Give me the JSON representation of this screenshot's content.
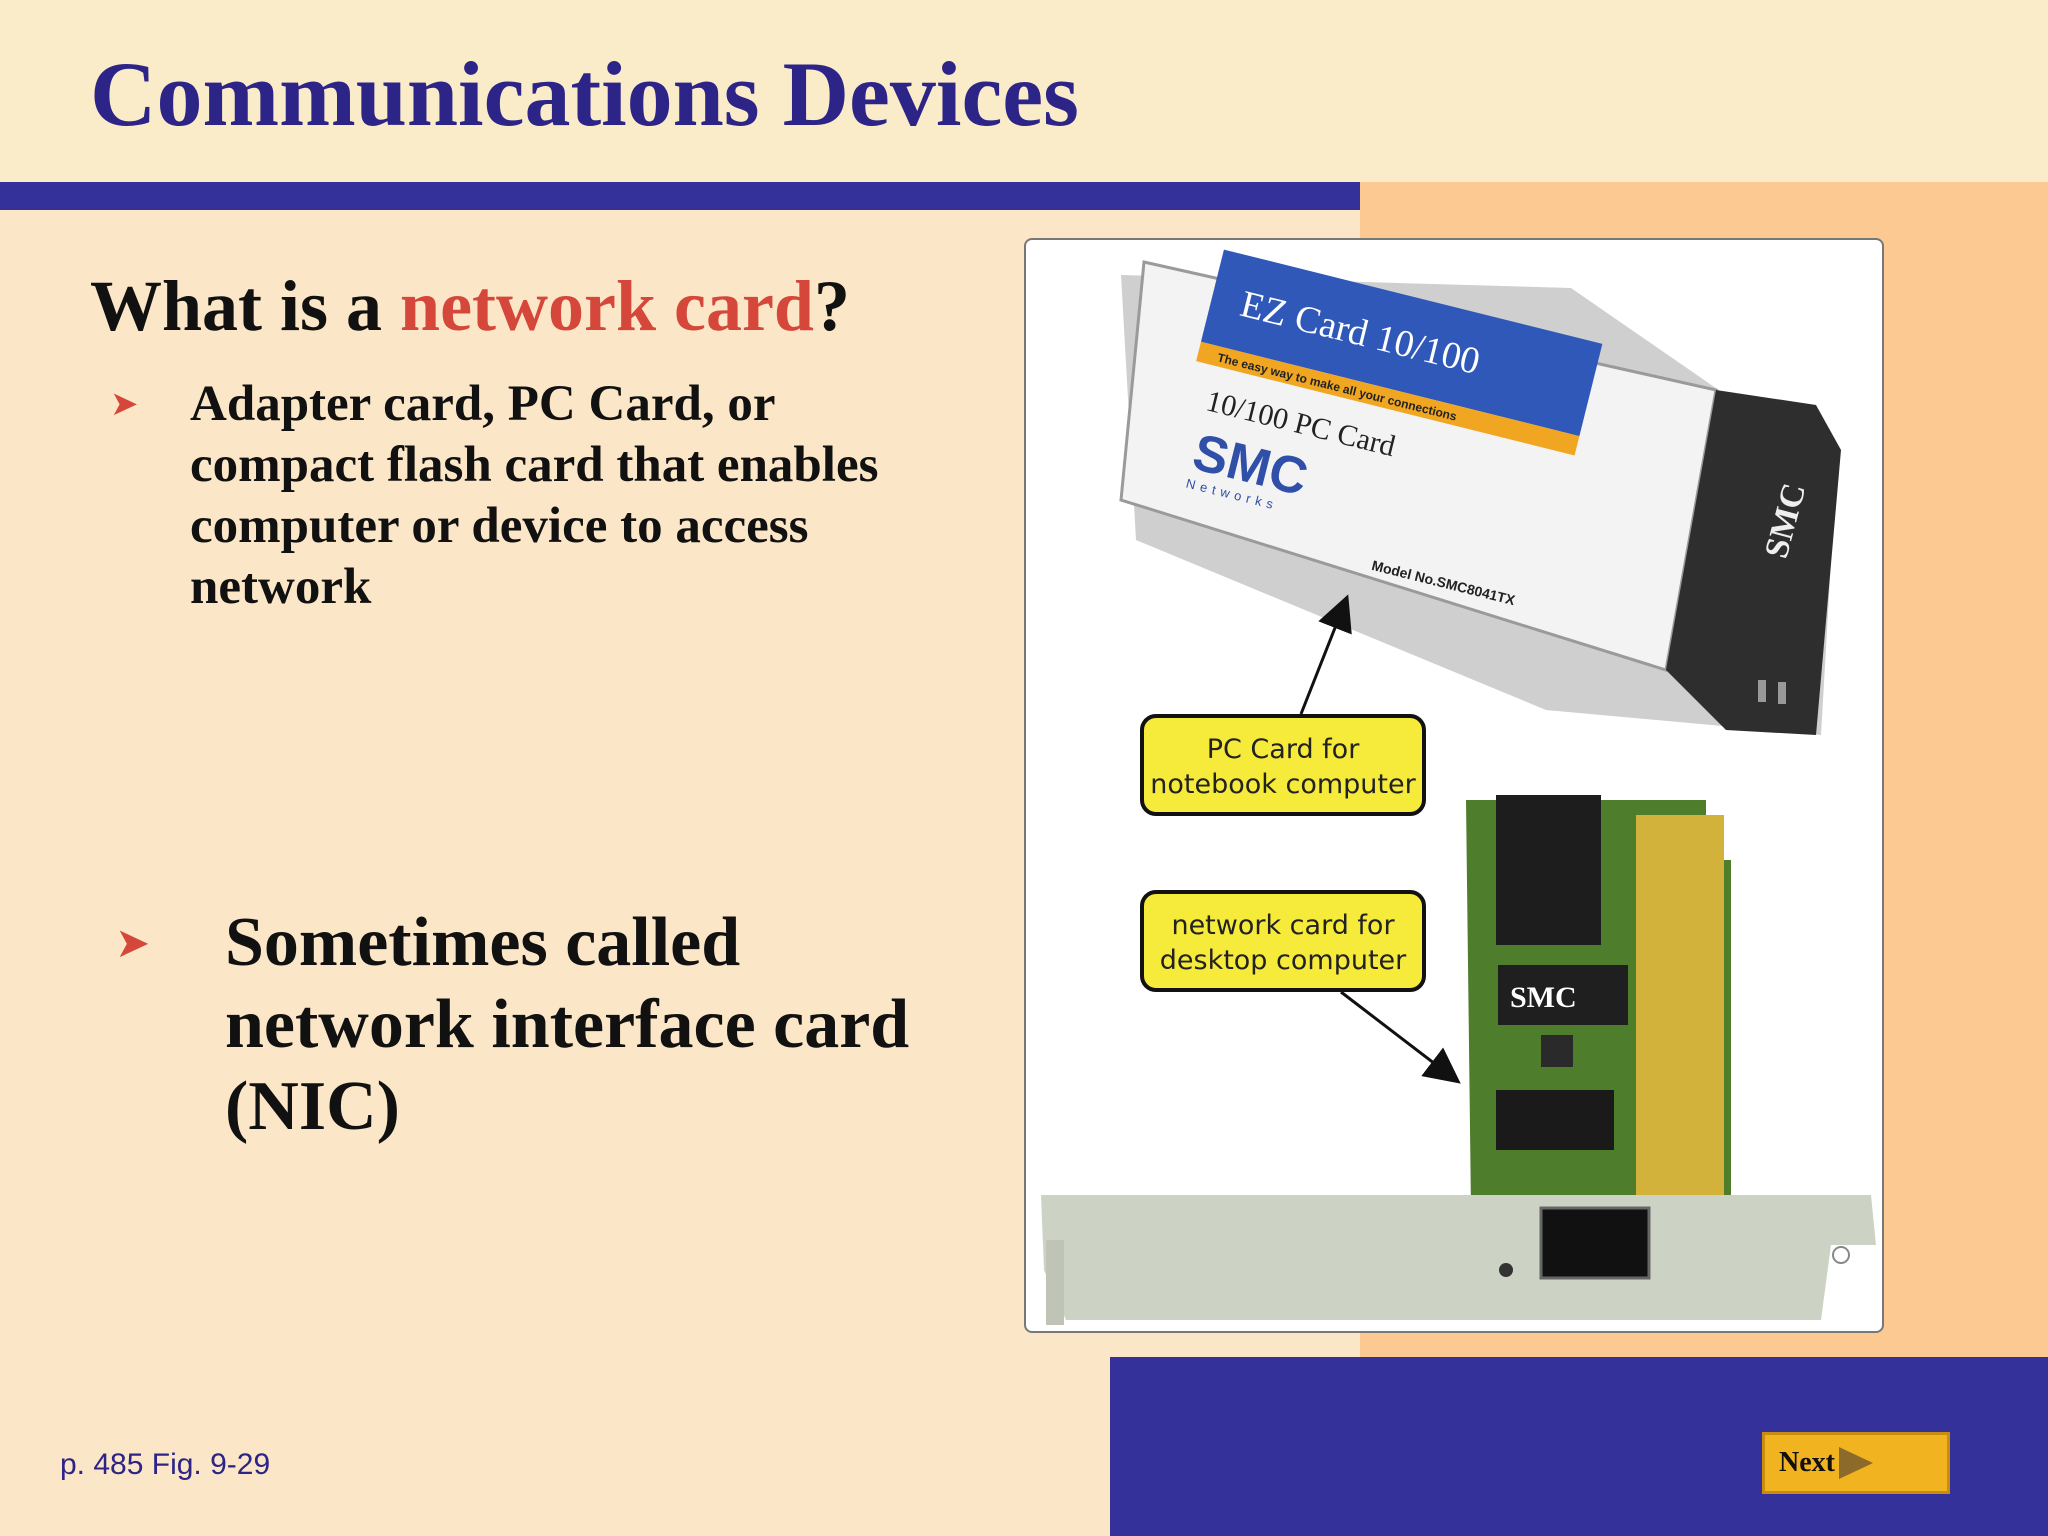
{
  "slide": {
    "title": "Communications Devices",
    "question_prefix": "What is a ",
    "question_highlight": "network card",
    "question_suffix": "?",
    "bullet_1": "Adapter card, PC Card, or compact flash card that enables computer or device to access network",
    "bullet_2": "Sometimes called network interface card (NIC)",
    "reference": "p. 485 Fig. 9-29",
    "next_label": "Next"
  },
  "figure": {
    "pc_card_label_line1": "EZ Card 10/100",
    "pc_card_tagline": "The easy way to make all your connections",
    "pc_card_subtitle": "10/100 PC Card",
    "pc_card_brand": "SMC",
    "pc_card_brand_sub": "Networks",
    "pc_card_model": "Model No.SMC8041TX",
    "pc_card_end_brand": "SMC",
    "callout_1_line1": "PC Card for",
    "callout_1_line2": "notebook computer",
    "callout_2_line1": "network card for",
    "callout_2_line2": "desktop computer",
    "nic_chip_brand": "SMC"
  },
  "colors": {
    "title": "#2d2488",
    "accent_red": "#d4473a",
    "band_blue": "#35319a",
    "panel_orange": "#fcc992",
    "callout_yellow": "#f6ea3a"
  }
}
